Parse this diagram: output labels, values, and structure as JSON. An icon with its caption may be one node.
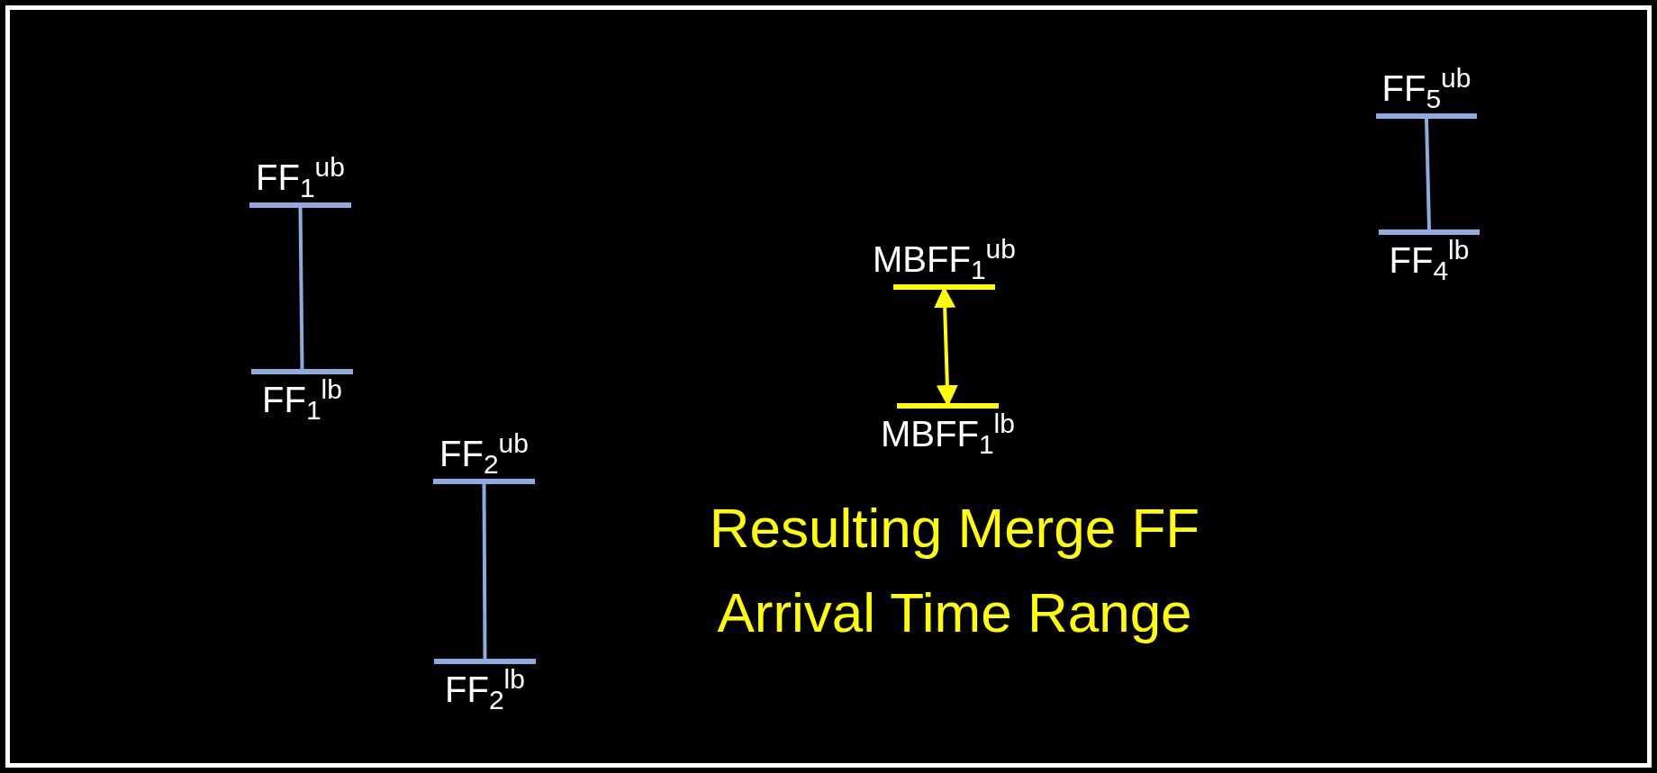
{
  "diagram": {
    "nodes": [
      {
        "text": [
          "FF$_{1}$$^{ub}$"
        ]
      },
      {
        "text": [
          "FF$_{1}$$^{lb}$"
        ]
      },
      {
        "text": [
          "FF$_{2}$$^{ub}$"
        ]
      },
      {
        "text": [
          "FF$_{2}$$^{lb}$"
        ]
      },
      {
        "text": [
          "MBFF$_{1}$$^{ub}$"
        ]
      },
      {
        "text": [
          "MBFF$_{1}$$^{lb}$"
        ]
      },
      {
        "text": [
          "FF$_{5}$$^{ub}$"
        ]
      },
      {
        "text": [
          "FF$_{4}$$^{lb}$"
        ]
      }
    ],
    "edges": [
      {
        "from": 0,
        "to": 1,
        "arrow": "none"
      },
      {
        "from": 2,
        "to": 3,
        "arrow": "none"
      },
      {
        "from": 4,
        "to": 5,
        "arrow": "both",
        "color": "#ffff00"
      },
      {
        "from": 6,
        "to": 7,
        "arrow": "none"
      }
    ],
    "labels": [
      "Resulting Merge FF Arrival Time Range"
    ]
  }
}
